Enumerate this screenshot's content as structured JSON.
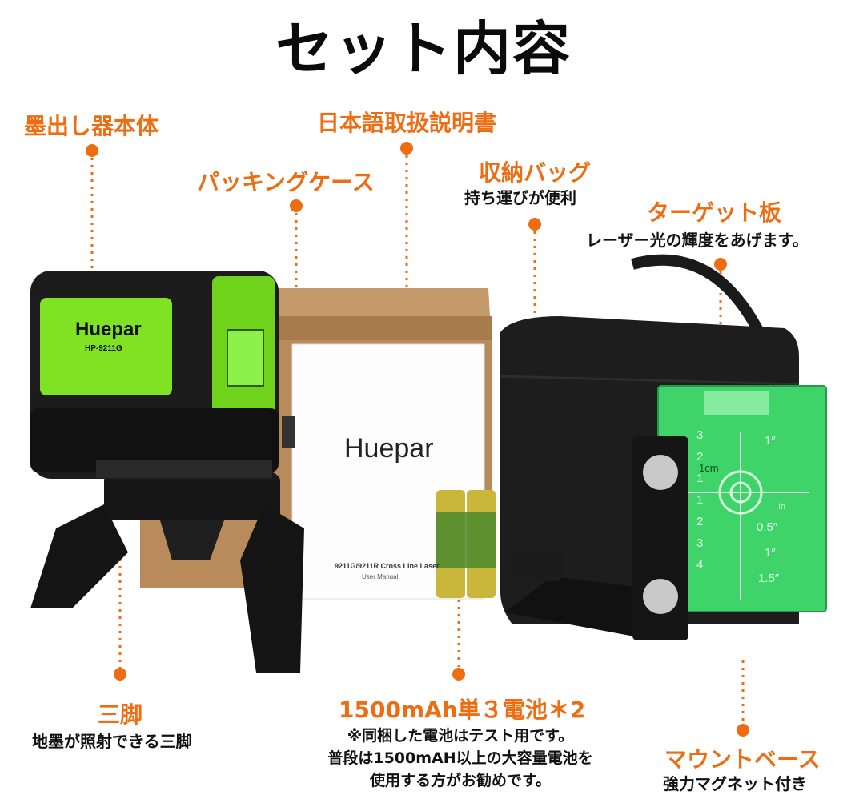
{
  "title": "セット内容",
  "labels": {
    "unit": "墨出し器本体",
    "manual": "日本語取扱説明書",
    "case": "パッキングケース",
    "bag": "収納バッグ",
    "bag_sub": "持ち運びが便利",
    "target": "ターゲット板",
    "target_sub": "レーザー光の輝度をあげます。",
    "tripod": "三脚",
    "tripod_sub": "地墨が照射できる三脚",
    "battery": "1500mAh単３電池＊2",
    "battery_note1": "※同梱した電池はテスト用です。",
    "battery_note2": "普段は1500mAH以上の大容量電池を",
    "battery_note3": "使用する方がお勧めです。",
    "mount": "マウントベース",
    "mount_sub": "強力マグネット付き"
  },
  "product": {
    "brand": "Huepar",
    "model": "HP-9211G",
    "manual_brand": "Huepar",
    "manual_title": "9211G/9211R Cross Line Laser",
    "manual_subtitle": "User Manual"
  },
  "target_card": {
    "cm_label": "1cm",
    "in_label": "In",
    "left_scale": [
      "3",
      "2",
      "1",
      "1",
      "2",
      "3",
      "4"
    ],
    "right_scale": [
      "1″",
      "0.5″",
      "1″",
      "1.5″"
    ]
  },
  "colors": {
    "accent": "#ee6d12",
    "laser_green": "#7fe324",
    "target_green": "#3fd46a"
  }
}
